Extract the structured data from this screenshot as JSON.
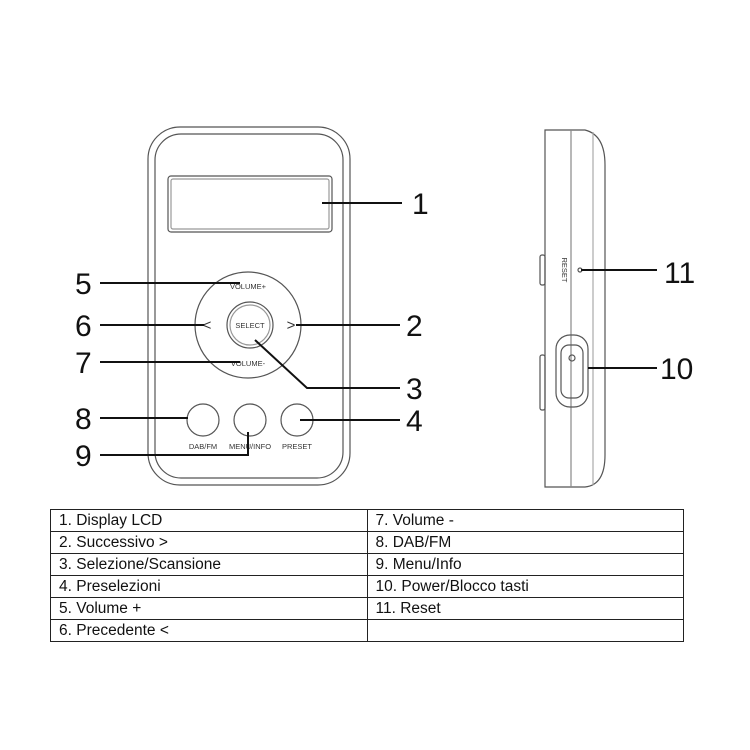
{
  "device_labels": {
    "volume_plus": "VOLUME+",
    "volume_minus": "VOLUME-",
    "select": "SELECT",
    "dab_fm": "DAB/FM",
    "menu_info": "MENU/INFO",
    "preset": "PRESET",
    "reset": "RESET",
    "prev_glyph": "<",
    "next_glyph": ">"
  },
  "callouts": [
    "1",
    "2",
    "3",
    "4",
    "5",
    "6",
    "7",
    "8",
    "9",
    "10",
    "11"
  ],
  "legend": {
    "rows": [
      [
        "1. Display LCD",
        "7. Volume -"
      ],
      [
        "2. Successivo >",
        "8. DAB/FM"
      ],
      [
        "3. Selezione/Scansione",
        "9. Menu/Info"
      ],
      [
        "4. Preselezioni",
        "10. Power/Blocco tasti"
      ],
      [
        "5. Volume +",
        "11. Reset"
      ],
      [
        "6. Precedente <",
        ""
      ]
    ]
  }
}
